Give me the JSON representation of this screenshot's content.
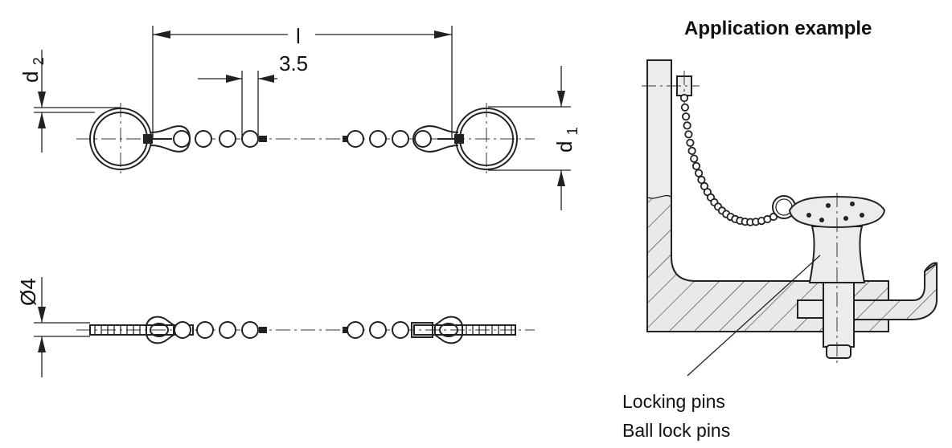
{
  "drawing": {
    "dim_length": "l",
    "dim_pitch": "3.5",
    "dim_d2": "d2",
    "dim_d1": "d1",
    "dim_dia4": "Ø4"
  },
  "application": {
    "title": "Application example",
    "label_line1": "Locking pins",
    "label_line2": "Ball lock pins"
  }
}
